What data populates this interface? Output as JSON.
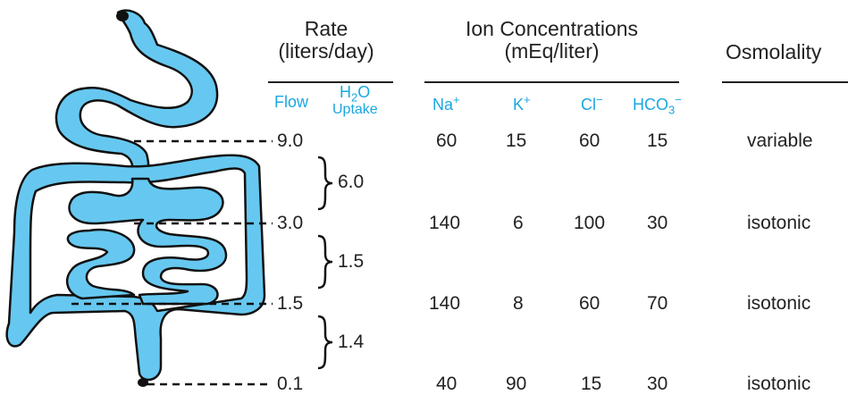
{
  "header": {
    "rate_title_line1": "Rate",
    "rate_title_line2": "(liters/day)",
    "ion_title_line1": "Ion Concentrations",
    "ion_title_line2": "(mEq/liter)",
    "osmolality_title": "Osmolality"
  },
  "subheaders": {
    "flow": "Flow",
    "h2o_prefix": "H",
    "h2o_sub": "2",
    "h2o_suffix": "O",
    "uptake": "Uptake",
    "na": "Na",
    "na_sup": "+",
    "k": "K",
    "k_sup": "+",
    "cl": "Cl",
    "cl_sup": "−",
    "hco": "HCO",
    "hco_sub": "3",
    "hco_sup": "−"
  },
  "flows": [
    "9.0",
    "3.0",
    "1.5",
    "0.1"
  ],
  "uptakes": [
    "6.0",
    "1.5",
    "1.4"
  ],
  "rows": [
    {
      "na": "60",
      "k": "15",
      "cl": "60",
      "hco3": "15",
      "osmolality": "variable"
    },
    {
      "na": "140",
      "k": "6",
      "cl": "100",
      "hco3": "30",
      "osmolality": "isotonic"
    },
    {
      "na": "140",
      "k": "8",
      "cl": "60",
      "hco3": "70",
      "osmolality": "isotonic"
    },
    {
      "na": "40",
      "k": "90",
      "cl": "15",
      "hco3": "30",
      "osmolality": "isotonic"
    }
  ],
  "colors": {
    "organ_fill": "#66c8f0",
    "organ_stroke": "#111111",
    "accent_text": "#1aa7e0"
  }
}
